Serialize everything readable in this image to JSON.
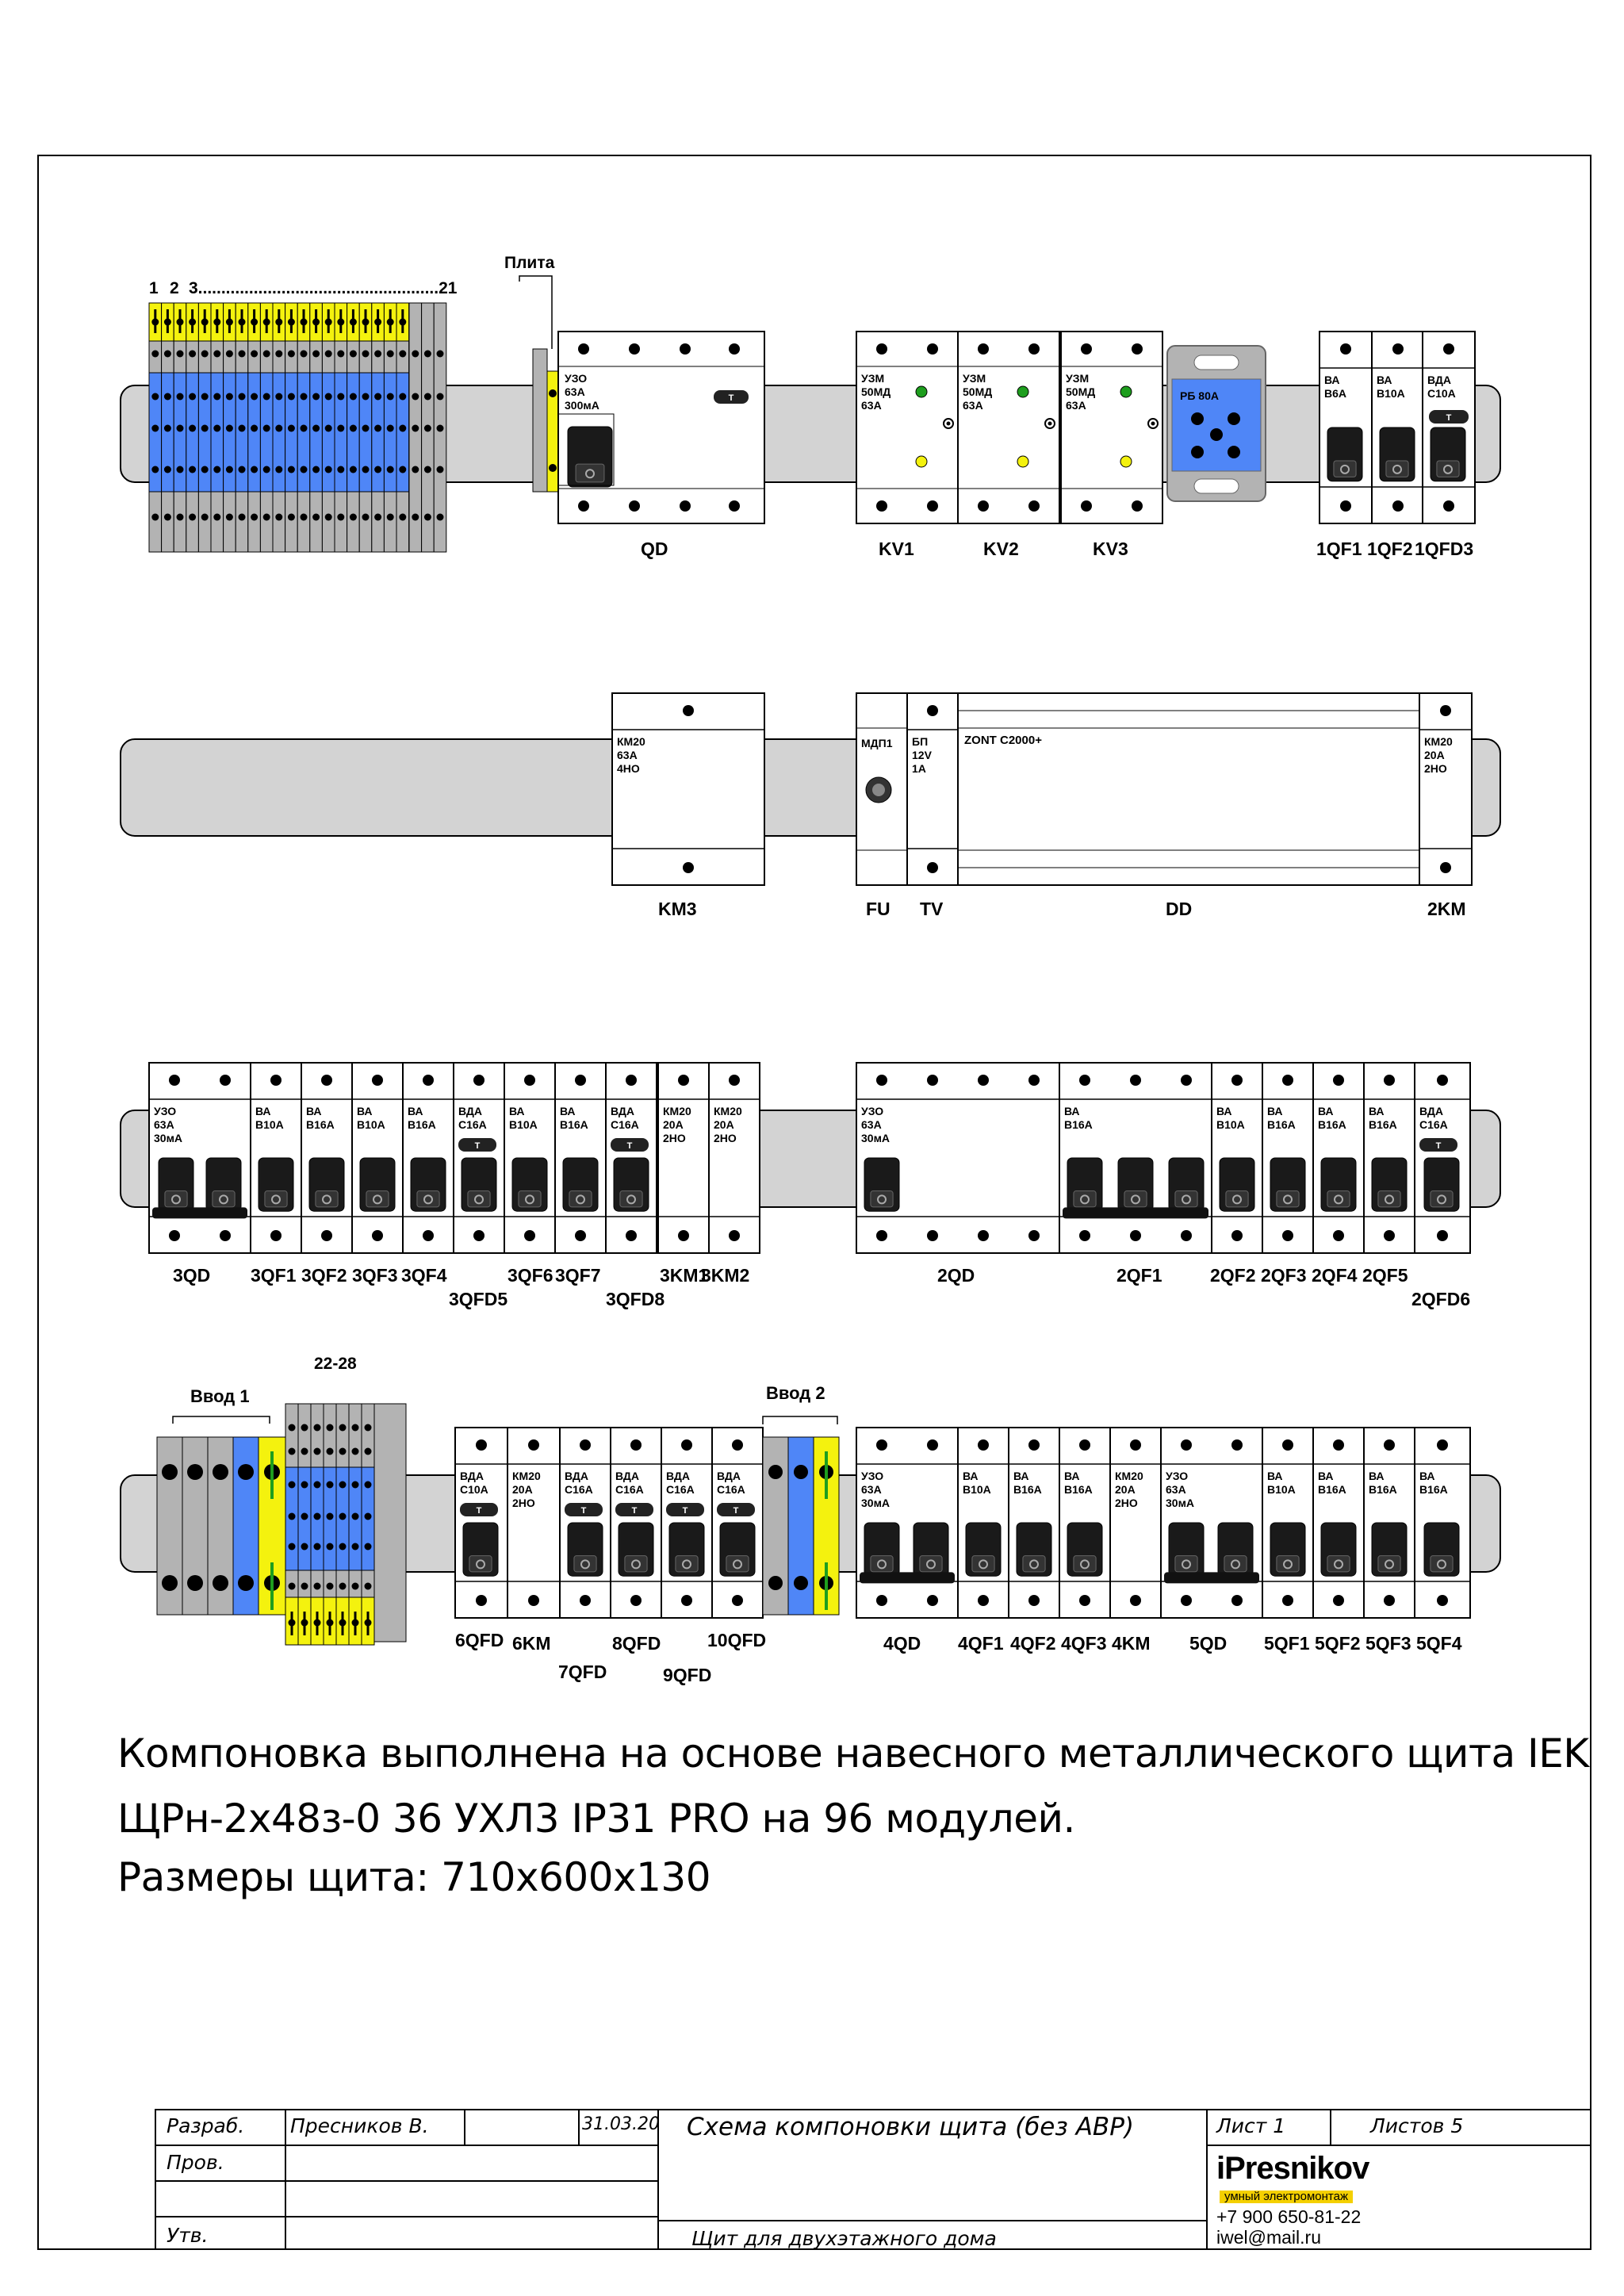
{
  "rows": [
    {
      "labels": [
        "1",
        "2",
        "3....................................................21",
        "Плита"
      ],
      "modules": [
        {
          "designation": "QD",
          "text": [
            "УЗО",
            "63А",
            "300мА"
          ]
        },
        {
          "designation": "KV1",
          "text": [
            "УЗМ",
            "50МД",
            "63А"
          ]
        },
        {
          "designation": "KV2",
          "text": [
            "УЗМ",
            "50МД",
            "63А"
          ]
        },
        {
          "designation": "KV3",
          "text": [
            "УЗМ",
            "50МД",
            "63А"
          ]
        },
        {
          "designation": "",
          "text": [
            "РБ 80А"
          ]
        },
        {
          "designation": "1QF1",
          "text": [
            "ВА",
            "В6А"
          ]
        },
        {
          "designation": "1QF2",
          "text": [
            "ВА",
            "В10А"
          ]
        },
        {
          "designation": "1QFD3",
          "text": [
            "ВДА",
            "С10А"
          ]
        }
      ]
    },
    {
      "modules": [
        {
          "designation": "KM3",
          "text": [
            "КМ20",
            "63А",
            "4НО"
          ]
        },
        {
          "designation": "FU",
          "text": [
            "МДП1"
          ]
        },
        {
          "designation": "TV",
          "text": [
            "БП",
            "12V",
            "1А"
          ]
        },
        {
          "designation": "DD",
          "text": [
            "ZONT C2000+"
          ]
        },
        {
          "designation": "2KM",
          "text": [
            "КМ20",
            "20А",
            "2НО"
          ]
        }
      ]
    },
    {
      "modules": [
        {
          "designation": "3QD",
          "text": [
            "УЗО",
            "63А",
            "30мА"
          ]
        },
        {
          "designation": "3QF1",
          "text": [
            "ВА",
            "В10А"
          ]
        },
        {
          "designation": "3QF2",
          "text": [
            "ВА",
            "В16А"
          ]
        },
        {
          "designation": "3QF3",
          "text": [
            "ВА",
            "В10А"
          ]
        },
        {
          "designation": "3QF4",
          "text": [
            "ВА",
            "В16А"
          ]
        },
        {
          "designation": "3QFD5",
          "text": [
            "ВДА",
            "С16А"
          ]
        },
        {
          "designation": "3QF6",
          "text": [
            "ВА",
            "В10А"
          ]
        },
        {
          "designation": "3QF7",
          "text": [
            "ВА",
            "В16А"
          ]
        },
        {
          "designation": "3QFD8",
          "text": [
            "ВДА",
            "С16А"
          ]
        },
        {
          "designation": "3KM1",
          "text": [
            "КМ20",
            "20А",
            "2НО"
          ]
        },
        {
          "designation": "3KM2",
          "text": [
            "КМ20",
            "20А",
            "2НО"
          ]
        },
        {
          "designation": "2QD",
          "text": [
            "УЗО",
            "63А",
            "30мА"
          ]
        },
        {
          "designation": "2QF1",
          "text": [
            "ВА",
            "В16А"
          ]
        },
        {
          "designation": "2QF2",
          "text": [
            "ВА",
            "В10А"
          ]
        },
        {
          "designation": "2QF3",
          "text": [
            "ВА",
            "В16А"
          ]
        },
        {
          "designation": "2QF4",
          "text": [
            "ВА",
            "В16А"
          ]
        },
        {
          "designation": "2QF5",
          "text": [
            "ВА",
            "В16А"
          ]
        },
        {
          "designation": "2QFD6",
          "text": [
            "ВДА",
            "С16А"
          ]
        }
      ]
    },
    {
      "labels": [
        "Ввод 1",
        "22-28",
        "Ввод 2"
      ],
      "modules": [
        {
          "designation": "6QFD",
          "text": [
            "ВДА",
            "С10А"
          ]
        },
        {
          "designation": "6KM",
          "text": [
            "КМ20",
            "20А",
            "2НО"
          ]
        },
        {
          "designation": "7QFD",
          "text": [
            "ВДА",
            "С16А"
          ]
        },
        {
          "designation": "8QFD",
          "text": [
            "ВДА",
            "С16А"
          ]
        },
        {
          "designation": "9QFD",
          "text": [
            "ВДА",
            "С16А"
          ]
        },
        {
          "designation": "10QFD",
          "text": [
            "ВДА",
            "С16А"
          ]
        },
        {
          "designation": "4QD",
          "text": [
            "УЗО",
            "63А",
            "30мА"
          ]
        },
        {
          "designation": "4QF1",
          "text": [
            "ВА",
            "В10А"
          ]
        },
        {
          "designation": "4QF2",
          "text": [
            "ВА",
            "В16А"
          ]
        },
        {
          "designation": "4QF3",
          "text": [
            "ВА",
            "В16А"
          ]
        },
        {
          "designation": "4KM",
          "text": [
            "КМ20",
            "20А",
            "2НО"
          ]
        },
        {
          "designation": "5QD",
          "text": [
            "УЗО",
            "63А",
            "30мА"
          ]
        },
        {
          "designation": "5QF1",
          "text": [
            "ВА",
            "В10А"
          ]
        },
        {
          "designation": "5QF2",
          "text": [
            "ВА",
            "В16А"
          ]
        },
        {
          "designation": "5QF3",
          "text": [
            "ВА",
            "В16А"
          ]
        },
        {
          "designation": "5QF4",
          "text": [
            "ВА",
            "В16А"
          ]
        }
      ]
    }
  ],
  "note": {
    "line1": "Компоновка выполнена на основе навесного металлического щита IEK",
    "line2": "ЩРн-2х48з-0 36 УХЛ3 IP31 PRO на 96 модулей.",
    "line3": "Размеры щита: 710х600х130"
  },
  "title_block": {
    "developer_label": "Разраб.",
    "developer_name": "Пресников В.",
    "date": "31.03.20",
    "checked_label": "Пров.",
    "approved_label": "Утв.",
    "title": "Схема компоновки щита (без АВР)",
    "sheet": "Лист 1",
    "sheets": "Листов 5",
    "subtitle": "Щит для двухэтажного дома",
    "company": "iPresnikov",
    "slogan": "умный электромонтаж",
    "phone": "+7 900 650-81-22",
    "email": "iwel@mail.ru",
    "colors": {
      "terminal_grey": "#b3b3b3",
      "terminal_blue": "#4f86f7",
      "terminal_yellow": "#f4f20e",
      "rail": "#d3d3d3",
      "led_green": "#1e9e1e",
      "led_yellow": "#f4f20e",
      "logo_yellow": "#f4d000"
    }
  }
}
